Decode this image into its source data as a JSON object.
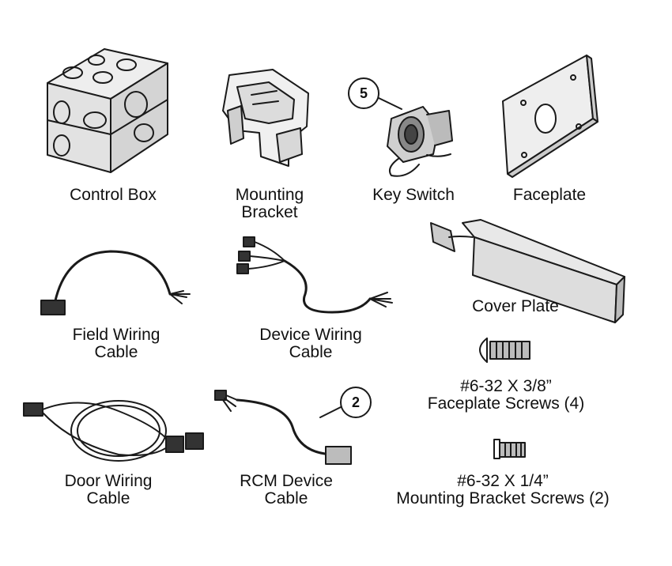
{
  "parts": {
    "control_box": {
      "line1": "Control Box"
    },
    "mounting_bracket": {
      "line1": "Mounting",
      "line2": "Bracket"
    },
    "key_switch": {
      "line1": "Key Switch",
      "callout": "5"
    },
    "faceplate": {
      "line1": "Faceplate"
    },
    "field_wiring_cable": {
      "line1": "Field Wiring",
      "line2": "Cable"
    },
    "device_wiring_cable": {
      "line1": "Device Wiring",
      "line2": "Cable"
    },
    "cover_plate": {
      "line1": "Cover Plate"
    },
    "faceplate_screws": {
      "line1": "#6-32 X 3/8”",
      "line2": "Faceplate Screws (4)"
    },
    "door_wiring_cable": {
      "line1": "Door Wiring",
      "line2": "Cable"
    },
    "rcm_device_cable": {
      "line1": "RCM Device",
      "line2": "Cable",
      "callout": "2"
    },
    "mounting_bracket_screws": {
      "line1": "#6-32 X 1/4”",
      "line2": "Mounting Bracket Screws (2)"
    }
  },
  "colors": {
    "ink": "#1a1a1a",
    "fill_light": "#e6e6e6",
    "fill_mid": "#bdbdbd",
    "fill_dark": "#444444"
  }
}
